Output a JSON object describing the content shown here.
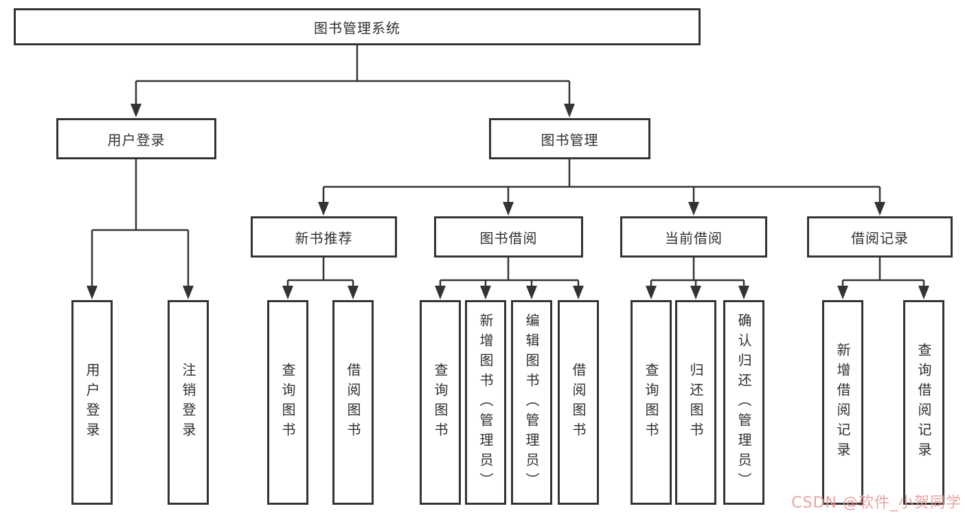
{
  "tree": {
    "root": "图书管理系统",
    "level2": [
      {
        "label": "用户登录",
        "children": [
          "用户登录",
          "注销登录"
        ]
      },
      {
        "label": "图书管理"
      }
    ],
    "level3": [
      {
        "label": "新书推荐",
        "children": [
          "查询图书",
          "借阅图书"
        ]
      },
      {
        "label": "图书借阅",
        "children": [
          "查询图书",
          "新增图书（管理员）",
          "编辑图书（管理员）",
          "借阅图书"
        ]
      },
      {
        "label": "当前借阅",
        "children": [
          "查询图书",
          "归还图书",
          "确认归还（管理员）"
        ]
      },
      {
        "label": "借阅记录",
        "children": [
          "新增借阅记录",
          "查询借阅记录"
        ]
      }
    ]
  },
  "colors": {
    "line": "#333333",
    "watermark": "#ec9a9a"
  },
  "watermark": "CSDN @软件_小贺同学"
}
